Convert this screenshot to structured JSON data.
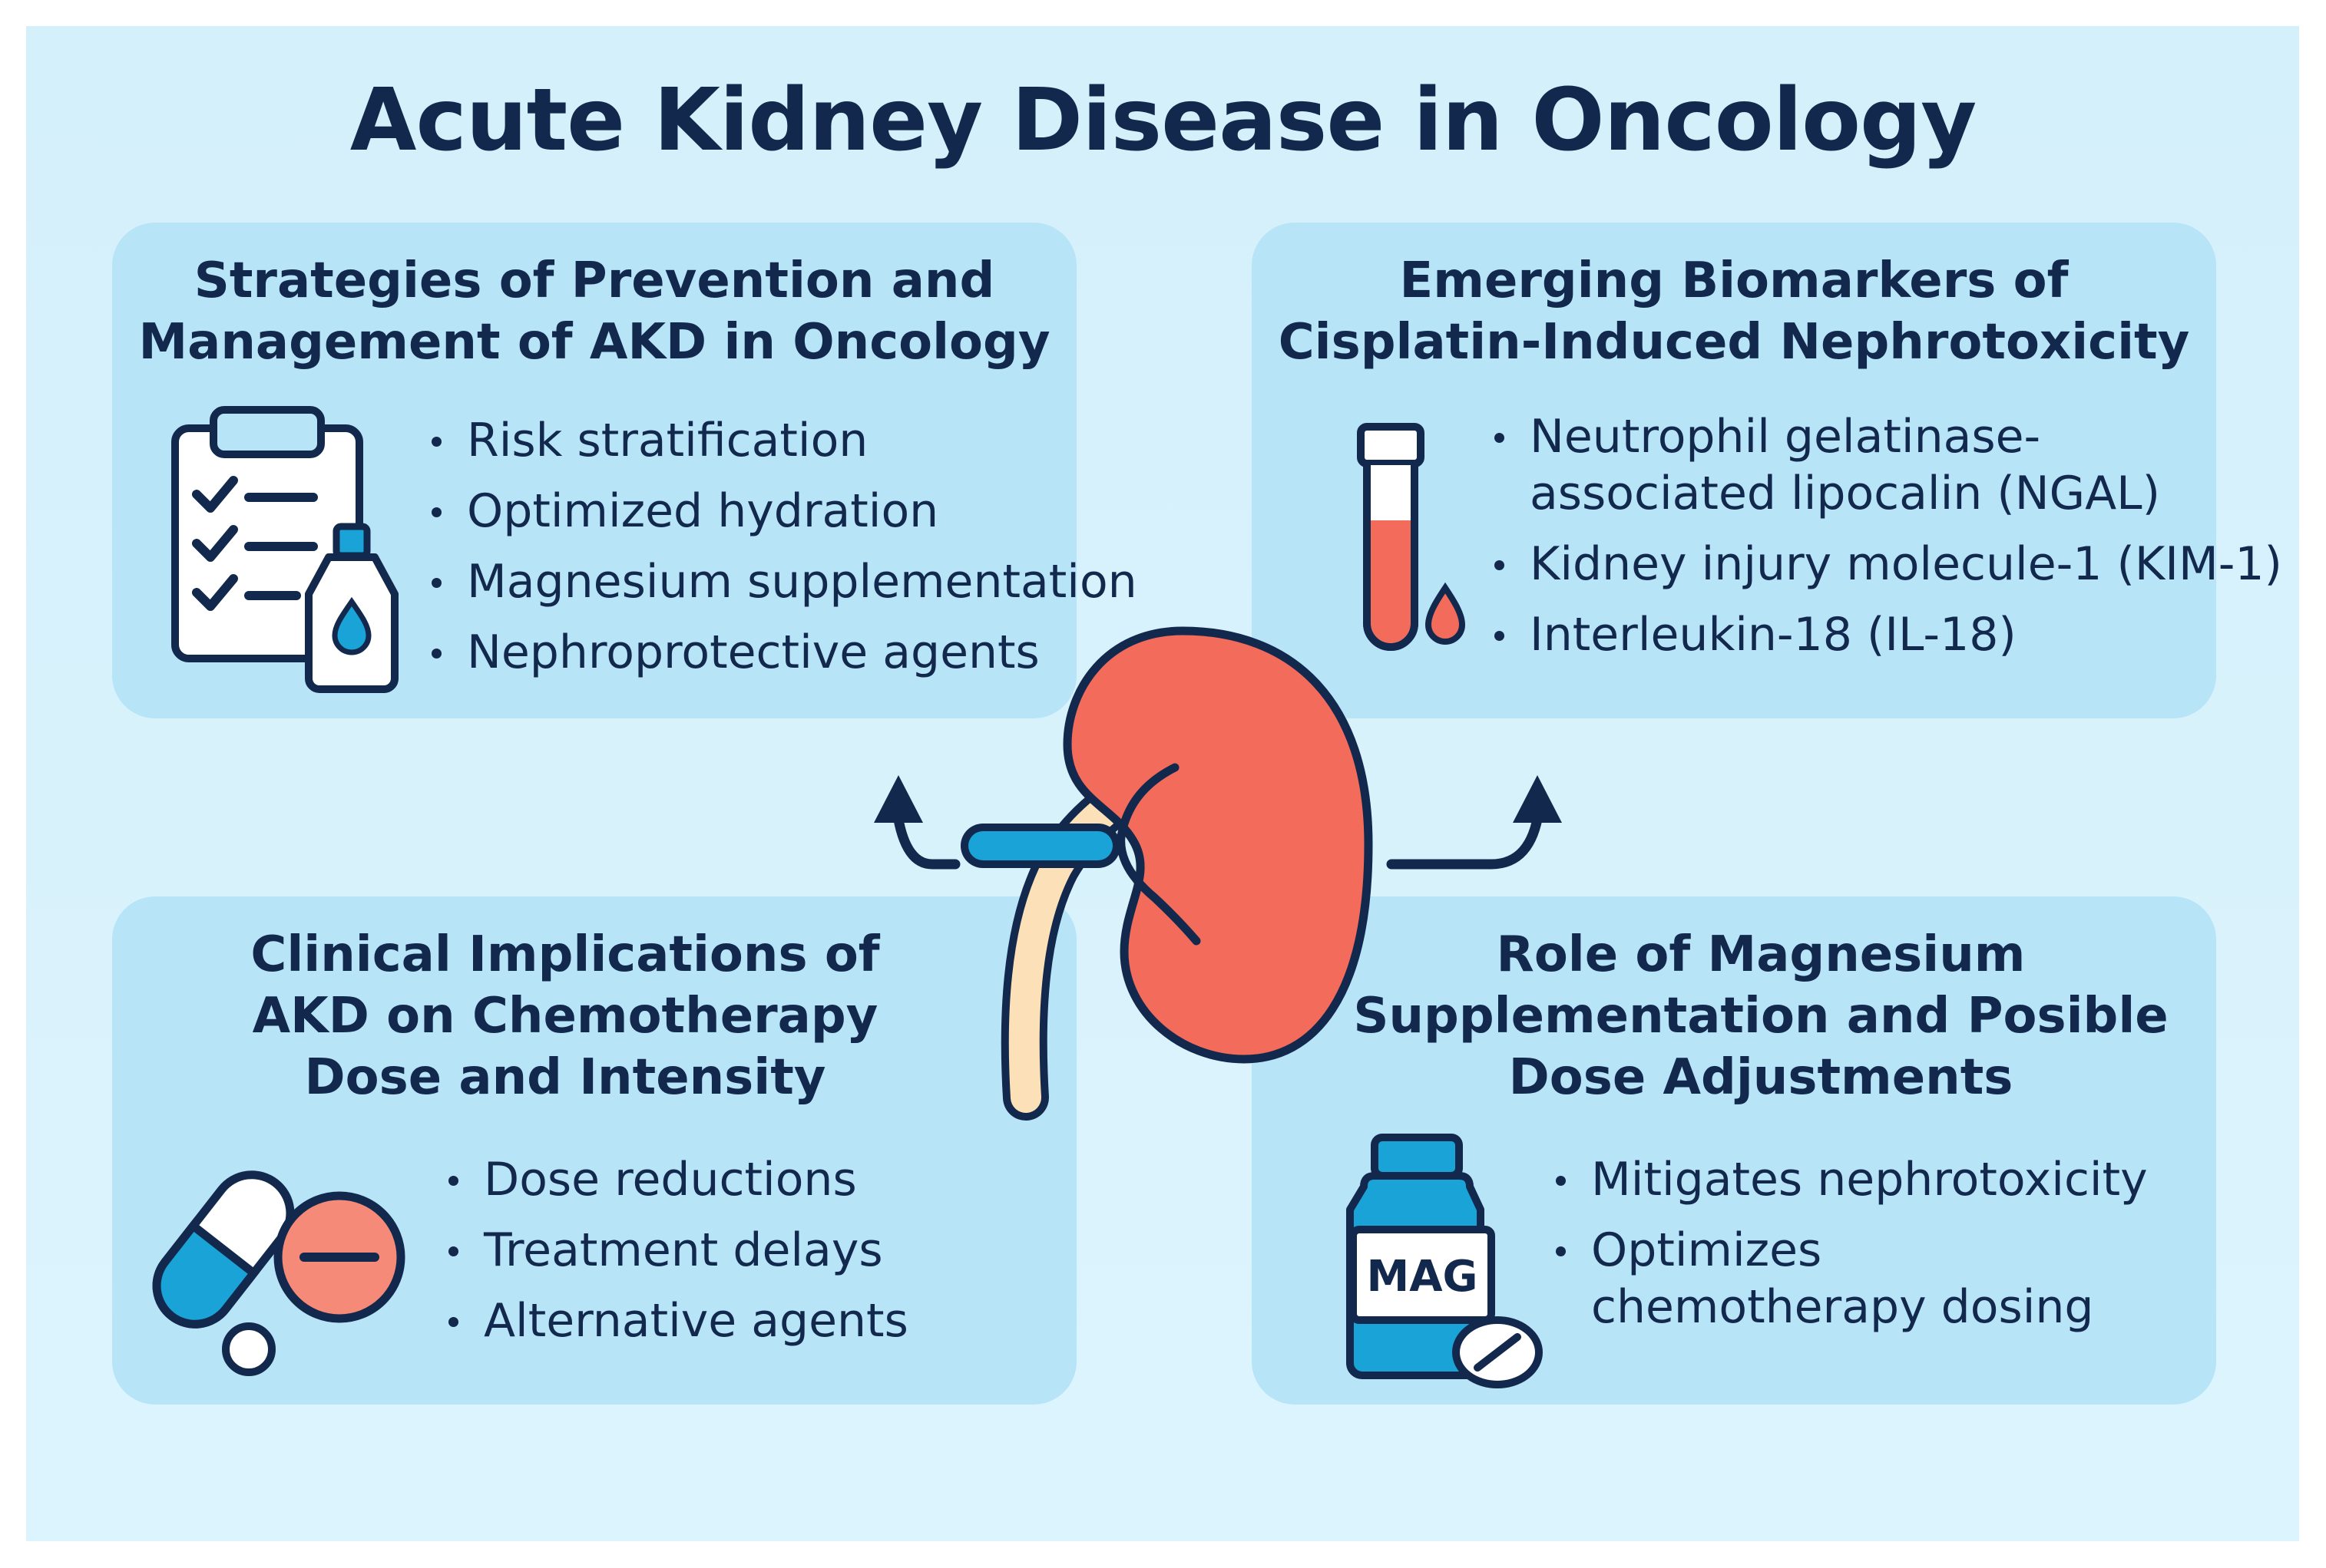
{
  "title": "Acute Kidney Disease in Oncology",
  "panels": {
    "prevention": {
      "title_line1": "Strategies of Prevention and",
      "title_line2": "Management of AKD in Oncology",
      "items": [
        "Risk stratification",
        "Optimized hydration",
        "Magnesium supplementation",
        "Nephroprotective agents"
      ],
      "icon": "clipboard-checklist-with-water-bottle"
    },
    "biomarkers": {
      "title_line1": "Emerging Biomarkers of",
      "title_line2": "Cisplatin-Induced Nephrotoxicity",
      "item1_line1": "Neutrophil gelatinase-",
      "item1_line2": "associated lipocalin (NGAL)",
      "items": [
        "Kidney injury molecule-1 (KIM-1)",
        "Interleukin-18 (IL-18)"
      ],
      "icon": "blood-test-tube-with-drop"
    },
    "clinical": {
      "title_line1": "Clinical Implications of",
      "title_line2": "AKD on Chemotherapy",
      "title_line3": "Dose and Intensity",
      "items": [
        "Dose reductions",
        "Treatment delays",
        "Alternative agents"
      ],
      "icon": "capsule-and-minus-pill"
    },
    "magnesium": {
      "title_line1": "Role of Magnesium",
      "title_line2": "Supplementation and Posible",
      "title_line3": "Dose Adjustments",
      "items": [
        "Mitigates nephrotoxicity"
      ],
      "item2_line1": "Optimizes",
      "item2_line2": "chemotherapy dosing",
      "bottle_label": "MAG",
      "icon": "supplement-bottle-with-tablet"
    }
  },
  "center_icon": "kidney-icon",
  "colors": {
    "background": "#d4f0fb",
    "panel": "#b8e4f8",
    "navy": "#12294d",
    "kidney": "#f26b5b",
    "accent_blue": "#1aa3d6",
    "ureter": "#fbe0b8"
  }
}
